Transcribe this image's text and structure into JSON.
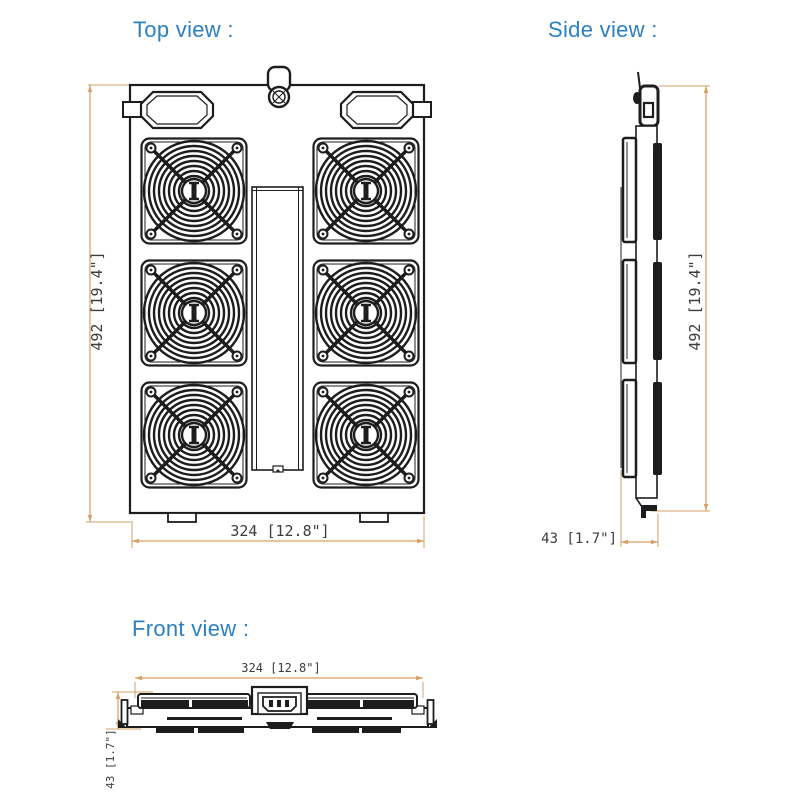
{
  "colors": {
    "background": "#ffffff",
    "drawing_line": "#1d1d1d",
    "dimension_line": "#d5a065",
    "dimension_text": "#3c3c3c",
    "title_text": "#2b80c3"
  },
  "views": {
    "top": {
      "title": "Top view :",
      "height_dimension": "492 [19.4\"]",
      "width_dimension": "324 [12.8\"]"
    },
    "side": {
      "title": "Side view :",
      "height_dimension": "492 [19.4\"]",
      "depth_dimension": "43 [1.7\"]"
    },
    "front": {
      "title": "Front view :",
      "width_dimension": "324 [12.8\"]",
      "height_dimension": "43 [1.7\"]"
    }
  }
}
